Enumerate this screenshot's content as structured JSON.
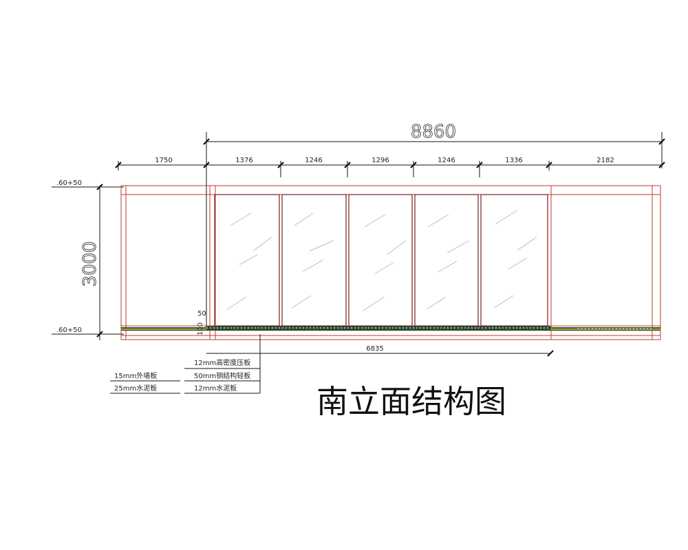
{
  "title": "南立面结构图",
  "dimensions": {
    "overall_top": "8860",
    "segments": [
      "1750",
      "1376",
      "1246",
      "1296",
      "1246",
      "1336",
      "2182"
    ],
    "bottom_span": "6835",
    "height": "3000",
    "level_top": ".60+50",
    "level_bottom": ".60+50",
    "small_50": "50",
    "small_100": "100"
  },
  "notes_left": [
    "15mm外墙板",
    "25mm水泥板"
  ],
  "notes_right": [
    "12mm高密度压板",
    "50mm钢结构轻板",
    "12mm水泥板"
  ],
  "colors": {
    "frame": "#c0392b",
    "base_dark": "#2f4a2f",
    "base_yellow": "#d8c43a"
  }
}
